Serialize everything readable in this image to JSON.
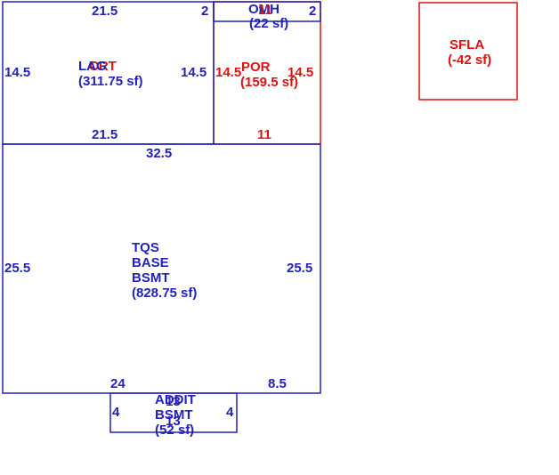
{
  "colors": {
    "blue": "#2222bb",
    "red": "#dd1111",
    "background": "#ffffff"
  },
  "areas": {
    "lag": {
      "name": "LAG",
      "area": "(311.75 sf)"
    },
    "crt": {
      "name": "CRT"
    },
    "omh": {
      "name": "OMH",
      "area": "(22 sf)"
    },
    "por": {
      "name": "POR",
      "area": "(159.5 sf)"
    },
    "sfla": {
      "name": "SFLA",
      "area": "(-42 sf)"
    },
    "tqs": {
      "line1": "TQS",
      "line2": "BASE",
      "line3": "BSMT",
      "area": "(828.75 sf)"
    },
    "addit": {
      "line1": "ADDIT",
      "line2": "BSMT",
      "area": "(52 sf)"
    }
  },
  "dimensions": {
    "lag_top": "21.5",
    "lag_bottom": "21.5",
    "lag_left": "14.5",
    "lag_right": "14.5",
    "omh_side": "2",
    "omh_right": "2",
    "omh_inner": "11",
    "por_left": "14.5",
    "por_right": "14.5",
    "por_bottom": "11",
    "tqs_top": "32.5",
    "tqs_left": "25.5",
    "tqs_right": "25.5",
    "tqs_bottom_left": "24",
    "tqs_bottom_right": "8.5",
    "addit_top": "13",
    "addit_bottom": "13",
    "addit_left": "4",
    "addit_right": "4"
  }
}
